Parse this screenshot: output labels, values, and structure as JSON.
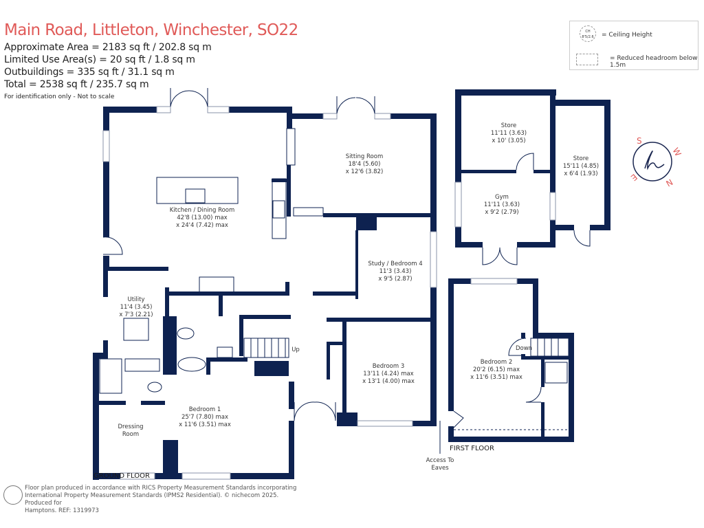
{
  "header": {
    "title": "Main Road, Littleton, Winchester, SO22",
    "areas": [
      "Approximate Area = 2183 sq ft / 202.8 sq m",
      "Limited Use Area(s) = 20 sq ft / 1.8 sq m",
      "Outbuildings = 335 sq ft / 31.1 sq m",
      "Total = 2538 sq ft / 235.7 sq m"
    ],
    "note": "For identification only - Not to scale"
  },
  "legend": {
    "ceiling_symbol": "CH 8'5/2.6",
    "ceiling_label": "= Ceiling Height",
    "reduced_label": "= Reduced headroom below 1.5m"
  },
  "compass": {
    "letters": [
      "S",
      "W",
      "N",
      "E"
    ],
    "color": "#e05a58"
  },
  "colors": {
    "walls": "#0e2250",
    "title": "#e05a58"
  },
  "rooms": {
    "kitchen": {
      "name": "Kitchen / Dining Room",
      "dim1": "42'8 (13.00) max",
      "dim2": "x 24'4 (7.42) max"
    },
    "sitting": {
      "name": "Sitting Room",
      "dim1": "18'4 (5.60)",
      "dim2": "x 12'6 (3.82)"
    },
    "study": {
      "name": "Study / Bedroom 4",
      "dim1": "11'3 (3.43)",
      "dim2": "x 9'5 (2.87)"
    },
    "utility": {
      "name": "Utility",
      "dim1": "11'4 (3.45)",
      "dim2": "x 7'3 (2.21)"
    },
    "bedroom3": {
      "name": "Bedroom 3",
      "dim1": "13'11 (4.24) max",
      "dim2": "x 13'1 (4.00) max"
    },
    "bedroom1": {
      "name": "Bedroom 1",
      "dim1": "25'7 (7.80) max",
      "dim2": "x 11'6 (3.51) max"
    },
    "dressing": {
      "name1": "Dressing",
      "name2": "Room"
    },
    "store1": {
      "name": "Store",
      "dim1": "11'11 (3.63)",
      "dim2": "x 10' (3.05)"
    },
    "store2": {
      "name": "Store",
      "dim1": "15'11 (4.85)",
      "dim2": "x 6'4 (1.93)"
    },
    "gym": {
      "name": "Gym",
      "dim1": "11'11 (3.63)",
      "dim2": "x 9'2 (2.79)"
    },
    "bedroom2": {
      "name": "Bedroom 2",
      "dim1": "20'2 (6.15) max",
      "dim2": "x 11'6 (3.51) max"
    }
  },
  "labels": {
    "up": "Up",
    "down": "Down",
    "ground_floor": "GROUND FLOOR",
    "first_floor": "FIRST FLOOR",
    "eaves1": "Access To",
    "eaves2": "Eaves"
  },
  "footer": {
    "line1": "Floor plan produced in accordance with RICS Property Measurement Standards incorporating",
    "line2": "International Property Measurement Standards (IPMS2 Residential).  © nichecom 2025.   Produced for",
    "line3": "Hamptons.   REF: 1319973"
  }
}
